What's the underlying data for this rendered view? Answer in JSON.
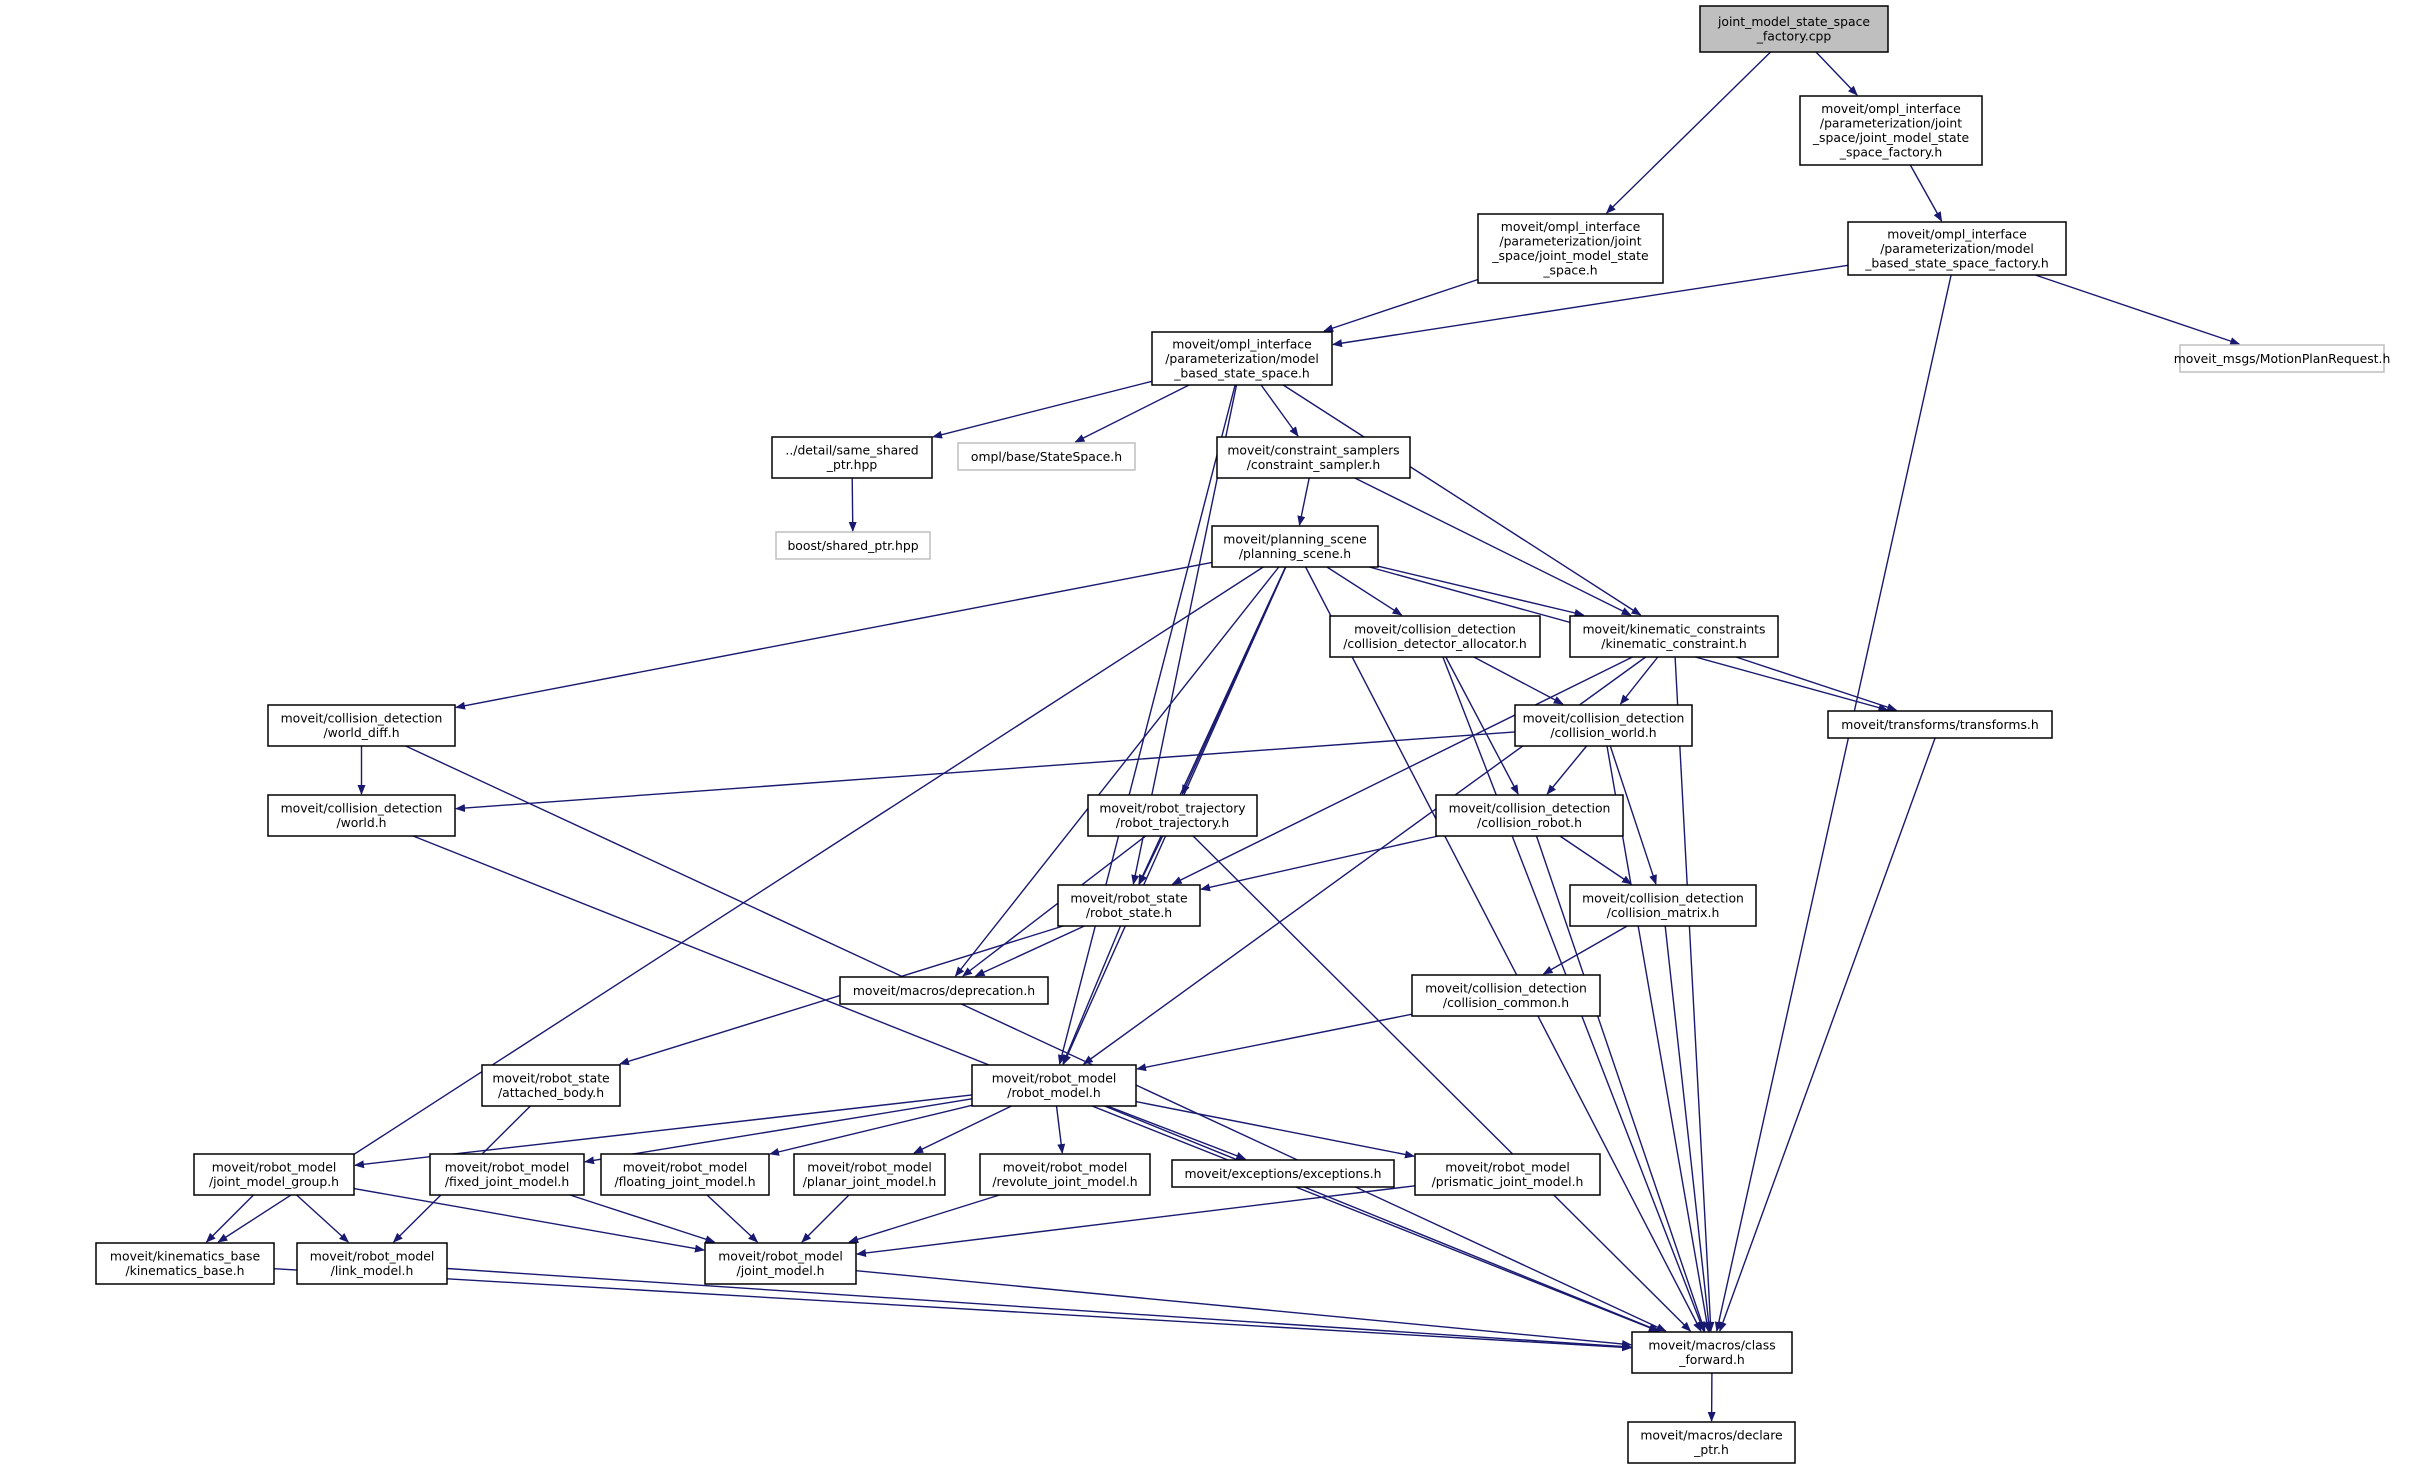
{
  "colors": {
    "edge": "#191970",
    "root_fill": "#bfbfbf",
    "external_border": "#bfbfbf",
    "node_border": "#000000"
  },
  "nodes": [
    {
      "id": "root",
      "kind": "root",
      "lines": [
        "joint_model_state_space",
        "_factory.cpp"
      ]
    },
    {
      "id": "jmssf_h",
      "lines": [
        "moveit/ompl_interface",
        "/parameterization/joint",
        "_space/joint_model_state",
        "_space_factory.h"
      ]
    },
    {
      "id": "jmss_h",
      "lines": [
        "moveit/ompl_interface",
        "/parameterization/joint",
        "_space/joint_model_state",
        "_space.h"
      ]
    },
    {
      "id": "mbssf_h",
      "lines": [
        "moveit/ompl_interface",
        "/parameterization/model",
        "_based_state_space_factory.h"
      ]
    },
    {
      "id": "motionplan",
      "kind": "external",
      "lines": [
        "moveit_msgs/MotionPlanRequest.h"
      ]
    },
    {
      "id": "mbss_h",
      "lines": [
        "moveit/ompl_interface",
        "/parameterization/model",
        "_based_state_space.h"
      ]
    },
    {
      "id": "same_shared",
      "lines": [
        "../detail/same_shared",
        "_ptr.hpp"
      ]
    },
    {
      "id": "ompl_ss",
      "kind": "external",
      "lines": [
        "ompl/base/StateSpace.h"
      ]
    },
    {
      "id": "constraint_sampler",
      "lines": [
        "moveit/constraint_samplers",
        "/constraint_sampler.h"
      ]
    },
    {
      "id": "boost_shared",
      "kind": "external",
      "lines": [
        "boost/shared_ptr.hpp"
      ]
    },
    {
      "id": "planning_scene",
      "lines": [
        "moveit/planning_scene",
        "/planning_scene.h"
      ]
    },
    {
      "id": "cd_alloc",
      "lines": [
        "moveit/collision_detection",
        "/collision_detector_allocator.h"
      ]
    },
    {
      "id": "kin_constraint",
      "lines": [
        "moveit/kinematic_constraints",
        "/kinematic_constraint.h"
      ]
    },
    {
      "id": "world_diff",
      "lines": [
        "moveit/collision_detection",
        "/world_diff.h"
      ]
    },
    {
      "id": "collision_world",
      "lines": [
        "moveit/collision_detection",
        "/collision_world.h"
      ]
    },
    {
      "id": "transforms",
      "lines": [
        "moveit/transforms/transforms.h"
      ]
    },
    {
      "id": "world",
      "lines": [
        "moveit/collision_detection",
        "/world.h"
      ]
    },
    {
      "id": "robot_traj",
      "lines": [
        "moveit/robot_trajectory",
        "/robot_trajectory.h"
      ]
    },
    {
      "id": "collision_robot",
      "lines": [
        "moveit/collision_detection",
        "/collision_robot.h"
      ]
    },
    {
      "id": "robot_state",
      "lines": [
        "moveit/robot_state",
        "/robot_state.h"
      ]
    },
    {
      "id": "collision_matrix",
      "lines": [
        "moveit/collision_detection",
        "/collision_matrix.h"
      ]
    },
    {
      "id": "deprecation",
      "lines": [
        "moveit/macros/deprecation.h"
      ]
    },
    {
      "id": "collision_common",
      "lines": [
        "moveit/collision_detection",
        "/collision_common.h"
      ]
    },
    {
      "id": "attached_body",
      "lines": [
        "moveit/robot_state",
        "/attached_body.h"
      ]
    },
    {
      "id": "robot_model",
      "lines": [
        "moveit/robot_model",
        "/robot_model.h"
      ]
    },
    {
      "id": "jmg",
      "lines": [
        "moveit/robot_model",
        "/joint_model_group.h"
      ]
    },
    {
      "id": "fixed_jm",
      "lines": [
        "moveit/robot_model",
        "/fixed_joint_model.h"
      ]
    },
    {
      "id": "floating_jm",
      "lines": [
        "moveit/robot_model",
        "/floating_joint_model.h"
      ]
    },
    {
      "id": "planar_jm",
      "lines": [
        "moveit/robot_model",
        "/planar_joint_model.h"
      ]
    },
    {
      "id": "revolute_jm",
      "lines": [
        "moveit/robot_model",
        "/revolute_joint_model.h"
      ]
    },
    {
      "id": "exceptions",
      "lines": [
        "moveit/exceptions/exceptions.h"
      ]
    },
    {
      "id": "prismatic_jm",
      "lines": [
        "moveit/robot_model",
        "/prismatic_joint_model.h"
      ]
    },
    {
      "id": "kin_base",
      "lines": [
        "moveit/kinematics_base",
        "/kinematics_base.h"
      ]
    },
    {
      "id": "link_model",
      "lines": [
        "moveit/robot_model",
        "/link_model.h"
      ]
    },
    {
      "id": "joint_model",
      "lines": [
        "moveit/robot_model",
        "/joint_model.h"
      ]
    },
    {
      "id": "class_fwd",
      "lines": [
        "moveit/macros/class",
        "_forward.h"
      ]
    },
    {
      "id": "declare_ptr",
      "lines": [
        "moveit/macros/declare",
        "_ptr.h"
      ]
    }
  ],
  "edges": [
    [
      "root",
      "jmssf_h"
    ],
    [
      "root",
      "jmss_h"
    ],
    [
      "jmssf_h",
      "mbssf_h"
    ],
    [
      "jmss_h",
      "mbss_h"
    ],
    [
      "mbssf_h",
      "mbss_h"
    ],
    [
      "mbssf_h",
      "motionplan"
    ],
    [
      "mbssf_h",
      "class_fwd"
    ],
    [
      "mbss_h",
      "same_shared"
    ],
    [
      "mbss_h",
      "ompl_ss"
    ],
    [
      "mbss_h",
      "constraint_sampler"
    ],
    [
      "mbss_h",
      "kin_constraint"
    ],
    [
      "mbss_h",
      "robot_state"
    ],
    [
      "mbss_h",
      "robot_model"
    ],
    [
      "same_shared",
      "boost_shared"
    ],
    [
      "constraint_sampler",
      "planning_scene"
    ],
    [
      "constraint_sampler",
      "kin_constraint"
    ],
    [
      "planning_scene",
      "cd_alloc"
    ],
    [
      "planning_scene",
      "kin_constraint"
    ],
    [
      "planning_scene",
      "world_diff"
    ],
    [
      "planning_scene",
      "transforms"
    ],
    [
      "planning_scene",
      "robot_traj"
    ],
    [
      "planning_scene",
      "robot_state"
    ],
    [
      "planning_scene",
      "deprecation"
    ],
    [
      "planning_scene",
      "robot_model"
    ],
    [
      "planning_scene",
      "kin_base"
    ],
    [
      "planning_scene",
      "class_fwd"
    ],
    [
      "cd_alloc",
      "collision_world"
    ],
    [
      "cd_alloc",
      "collision_robot"
    ],
    [
      "cd_alloc",
      "class_fwd"
    ],
    [
      "kin_constraint",
      "collision_world"
    ],
    [
      "kin_constraint",
      "transforms"
    ],
    [
      "kin_constraint",
      "robot_state"
    ],
    [
      "kin_constraint",
      "robot_model"
    ],
    [
      "kin_constraint",
      "class_fwd"
    ],
    [
      "world_diff",
      "world"
    ],
    [
      "world_diff",
      "class_fwd"
    ],
    [
      "collision_world",
      "world"
    ],
    [
      "collision_world",
      "collision_robot"
    ],
    [
      "collision_world",
      "collision_matrix"
    ],
    [
      "collision_world",
      "class_fwd"
    ],
    [
      "transforms",
      "class_fwd"
    ],
    [
      "world",
      "class_fwd"
    ],
    [
      "robot_traj",
      "robot_state"
    ],
    [
      "robot_traj",
      "deprecation"
    ],
    [
      "robot_traj",
      "class_fwd"
    ],
    [
      "collision_robot",
      "robot_state"
    ],
    [
      "collision_robot",
      "collision_matrix"
    ],
    [
      "collision_robot",
      "class_fwd"
    ],
    [
      "robot_state",
      "deprecation"
    ],
    [
      "robot_state",
      "robot_model"
    ],
    [
      "robot_state",
      "attached_body"
    ],
    [
      "collision_matrix",
      "collision_common"
    ],
    [
      "collision_matrix",
      "class_fwd"
    ],
    [
      "collision_common",
      "robot_model"
    ],
    [
      "attached_body",
      "link_model"
    ],
    [
      "robot_model",
      "jmg"
    ],
    [
      "robot_model",
      "fixed_jm"
    ],
    [
      "robot_model",
      "floating_jm"
    ],
    [
      "robot_model",
      "planar_jm"
    ],
    [
      "robot_model",
      "revolute_jm"
    ],
    [
      "robot_model",
      "exceptions"
    ],
    [
      "robot_model",
      "prismatic_jm"
    ],
    [
      "robot_model",
      "class_fwd"
    ],
    [
      "jmg",
      "kin_base"
    ],
    [
      "jmg",
      "link_model"
    ],
    [
      "jmg",
      "joint_model"
    ],
    [
      "fixed_jm",
      "joint_model"
    ],
    [
      "floating_jm",
      "joint_model"
    ],
    [
      "planar_jm",
      "joint_model"
    ],
    [
      "revolute_jm",
      "joint_model"
    ],
    [
      "prismatic_jm",
      "joint_model"
    ],
    [
      "kin_base",
      "class_fwd"
    ],
    [
      "link_model",
      "class_fwd"
    ],
    [
      "joint_model",
      "class_fwd"
    ],
    [
      "class_fwd",
      "declare_ptr"
    ]
  ]
}
